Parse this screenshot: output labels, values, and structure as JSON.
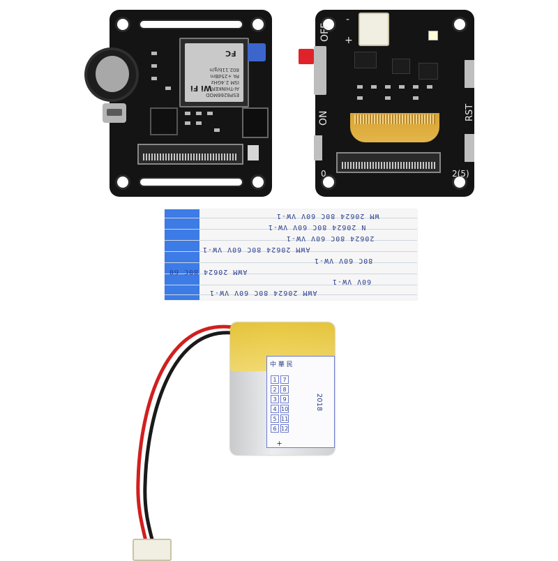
{
  "scene": {
    "description_colors": {
      "background": "#ffffff",
      "pcb": "#141414",
      "silkscreen": "#e9e9e9",
      "ribbon_stiffener": "#3d7be6",
      "ribbon_text": "#2b3f8f",
      "battery_tape": "#e7c22b",
      "battery_body": "#d9dadc"
    }
  },
  "board_left": {
    "module_labels": [
      "ESP8266MOD",
      "AI-THINKER",
      "ISM 2.4GHz",
      "PA +25dBm",
      "802.11b/g/n"
    ],
    "wifi_label": "Wi Fi",
    "fc_label": "FC"
  },
  "board_right": {
    "label_off": "OFF",
    "label_on": "ON",
    "label_rst": "RST",
    "label_pin": "2(5)",
    "label_minus": "-",
    "label_plus": "+",
    "label_zero": "0"
  },
  "ribbon": {
    "lines": [
      "WM  20624  80C  60V  VW-1",
      "N  20624  80C  60V  VW-1",
      "20624  80C  60V  VW-1",
      "AWM  20624  80C  60V  VW-1",
      "80C  60V  VW-1",
      "AWM  20624  80C  60",
      "60V  VW-1",
      "AWM  20624  80C  60V  VW-1"
    ]
  },
  "battery": {
    "year": "2018",
    "header_chars": "中 華 民",
    "months": [
      "1",
      "2",
      "3",
      "4",
      "5",
      "6",
      "7",
      "8",
      "9",
      "10",
      "11",
      "12"
    ],
    "polarity": "+"
  }
}
